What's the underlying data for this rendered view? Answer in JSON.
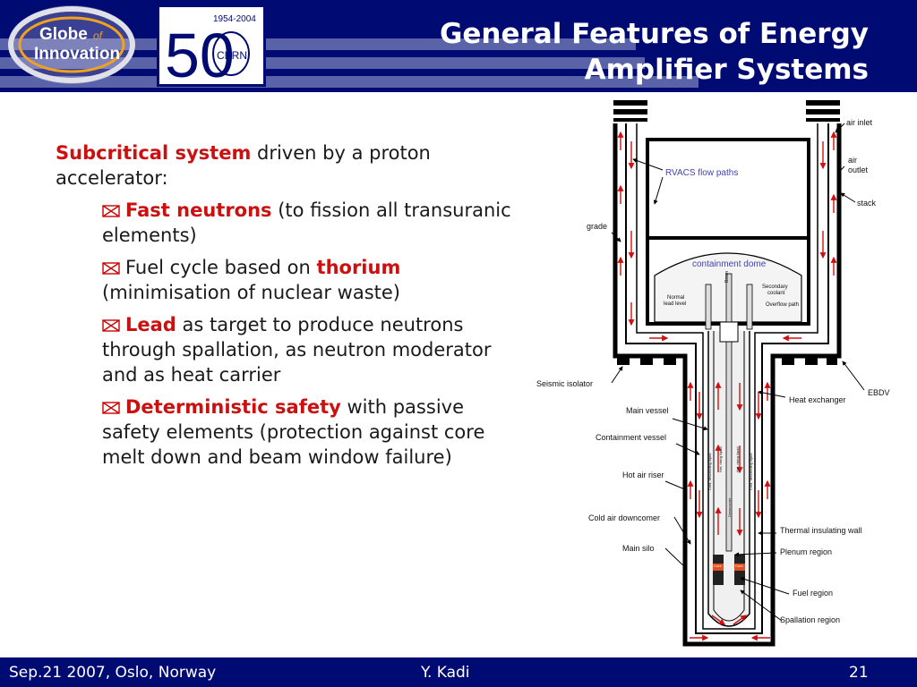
{
  "header": {
    "title_line1": "General Features of Energy",
    "title_line2": "Amplifier Systems",
    "logo_globe_line1": "Globe",
    "logo_globe_of": "of",
    "logo_globe_line2": "Innovation",
    "logo_cern_years": "1954-2004",
    "logo_cern_number": "50",
    "logo_cern_text": "CERN"
  },
  "content": {
    "intro_bold": "Subcritical system",
    "intro_rest": " driven by a proton accelerator:",
    "items": [
      {
        "icon": "envelope-icon",
        "bold": "Fast neutrons",
        "rest": " (to fission all transuranic elements)"
      },
      {
        "icon": "envelope-icon",
        "pre": "Fuel cycle based on ",
        "bold": "thorium",
        "rest": " (minimisation of nuclear waste)"
      },
      {
        "icon": "envelope-icon",
        "bold": "Lead",
        "rest": " as target to produce neutrons through spallation, as neutron moderator and as heat carrier"
      },
      {
        "icon": "envelope-icon",
        "bold": "Deterministic safety",
        "rest": " with passive safety elements (protection against core melt down and beam window failure)"
      }
    ]
  },
  "diagram": {
    "labels": {
      "air_inlet": "air inlet",
      "air_outlet": "air\noutlet",
      "stack": "stack",
      "rvacs": "RVACS flow paths",
      "grade": "grade",
      "containment_dome": "containment dome",
      "beam": "Beam",
      "secondary_coolant": "Secondary\ncoolant",
      "normal_lead_level": "Normal\nlead level",
      "overflow_path": "Overflow path",
      "seismic_isolator": "Seismic isolator",
      "heat_exchanger": "Heat exchanger",
      "ebdv": "EBDV",
      "main_vessel": "Main vessel",
      "containment_vessel": "Containment vessel",
      "hot_air_riser": "Hot air riser",
      "cold_air_downcomer": "Cold air downcomer",
      "main_silo": "Main silo",
      "thermal_insulating_wall": "Thermal insulating wall",
      "plenum_region": "Plenum region",
      "fuel_region": "Fuel region",
      "spallation_region": "Spallation region",
      "core": "Core",
      "cold_descending_liquid": "Cold, descending liquid",
      "hot_rising_liquid": "Hot, rising liquid",
      "downcomer": "Downcomer"
    }
  },
  "footer": {
    "date_place": "Sep.21 2007, Oslo, Norway",
    "author": "Y. Kadi",
    "page": "21"
  }
}
